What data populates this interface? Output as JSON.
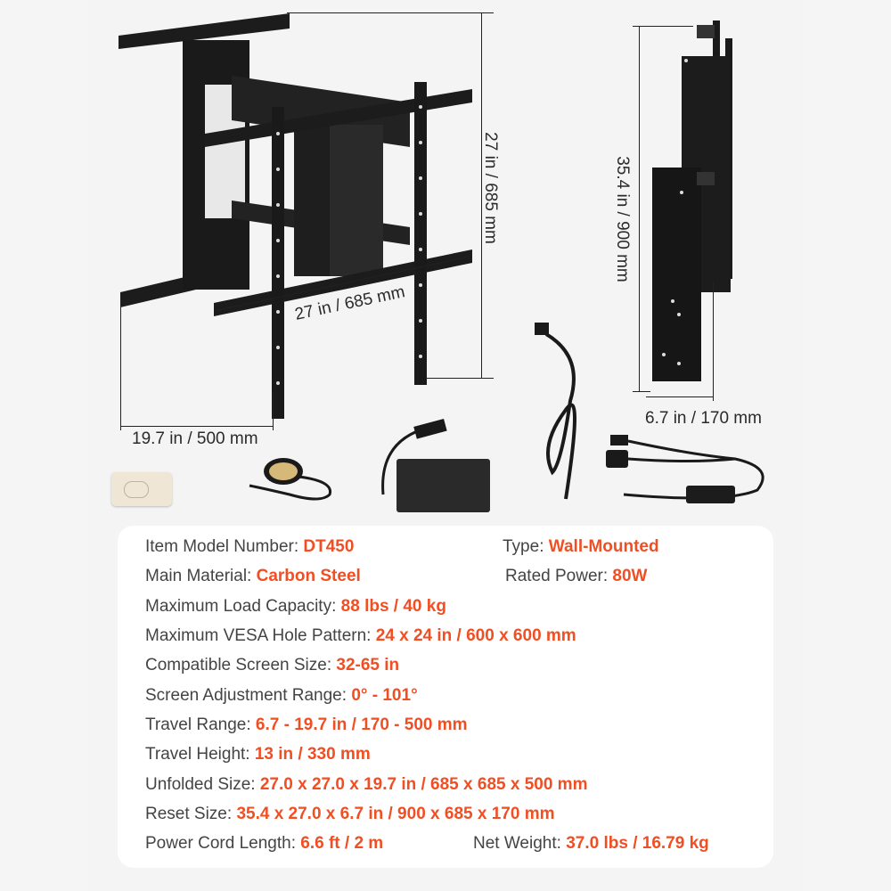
{
  "colors": {
    "accent": "#f04e23",
    "label": "#444444",
    "background": "#f4f4f4",
    "card": "#ffffff"
  },
  "dimensions": {
    "unfolded_height": "27 in / 685 mm",
    "unfolded_width": "27 in / 685 mm",
    "unfolded_depth": "19.7 in / 500 mm",
    "reset_height": "35.4 in / 900 mm",
    "reset_depth": "6.7 in / 170 mm"
  },
  "accessories": [
    "remote-control",
    "hand-controller",
    "power-adapter",
    "power-cord",
    "y-splitter-cable"
  ],
  "specs": [
    {
      "label": "Item Model Number: ",
      "value": "DT450"
    },
    {
      "label": "Type: ",
      "value": "Wall-Mounted"
    },
    {
      "label": "Main Material: ",
      "value": "Carbon Steel"
    },
    {
      "label": "Rated Power: ",
      "value": "80W"
    },
    {
      "label": "Maximum Load Capacity: ",
      "value": "88 lbs / 40 kg"
    },
    {
      "label": "Maximum VESA Hole Pattern: ",
      "value": "24 x 24 in / 600 x 600 mm"
    },
    {
      "label": "Compatible Screen Size: ",
      "value": "32-65 in"
    },
    {
      "label": "Screen Adjustment Range: ",
      "value": "0° - 101°"
    },
    {
      "label": "Travel Range: ",
      "value": "6.7 - 19.7 in / 170 - 500 mm"
    },
    {
      "label": "Travel Height: ",
      "value": "13 in / 330 mm"
    },
    {
      "label": "Unfolded Size: ",
      "value": "27.0 x 27.0 x 19.7 in / 685 x 685 x 500 mm"
    },
    {
      "label": "Reset Size: ",
      "value": "35.4 x 27.0 x 6.7 in / 900 x 685 x 170 mm"
    },
    {
      "label": "Power Cord Length: ",
      "value": "6.6 ft / 2 m"
    },
    {
      "label": "Net Weight: ",
      "value": "37.0 lbs / 16.79 kg"
    }
  ]
}
